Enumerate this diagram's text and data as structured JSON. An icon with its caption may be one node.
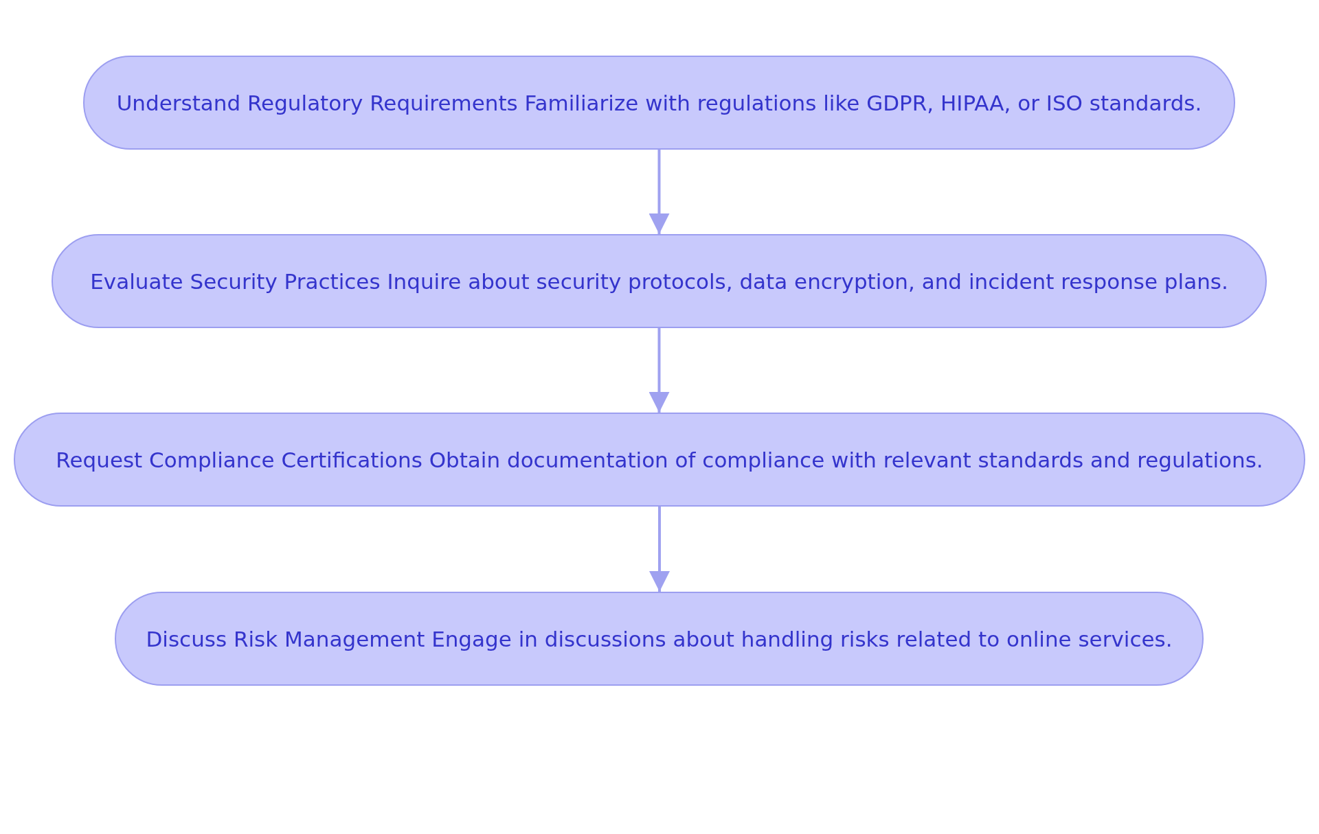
{
  "diagram": {
    "nodes": [
      {
        "text": [
          "Understand Regulatory Requirements Familiarize with regulations like GDPR, HIPAA, or ISO standards."
        ]
      },
      {
        "text": [
          "Evaluate Security Practices Inquire about security protocols, data encryption, and incident response plans."
        ]
      },
      {
        "text": [
          "Request Compliance Certifications Obtain documentation of compliance with relevant standards and regulations."
        ]
      },
      {
        "text": [
          "Discuss Risk Management Engage in discussions about handling risks related to online services."
        ]
      }
    ],
    "edges": [
      {
        "from": 0,
        "to": 1,
        "arrow": "to"
      },
      {
        "from": 1,
        "to": 2,
        "arrow": "to"
      },
      {
        "from": 2,
        "to": 3,
        "arrow": "to"
      }
    ]
  }
}
